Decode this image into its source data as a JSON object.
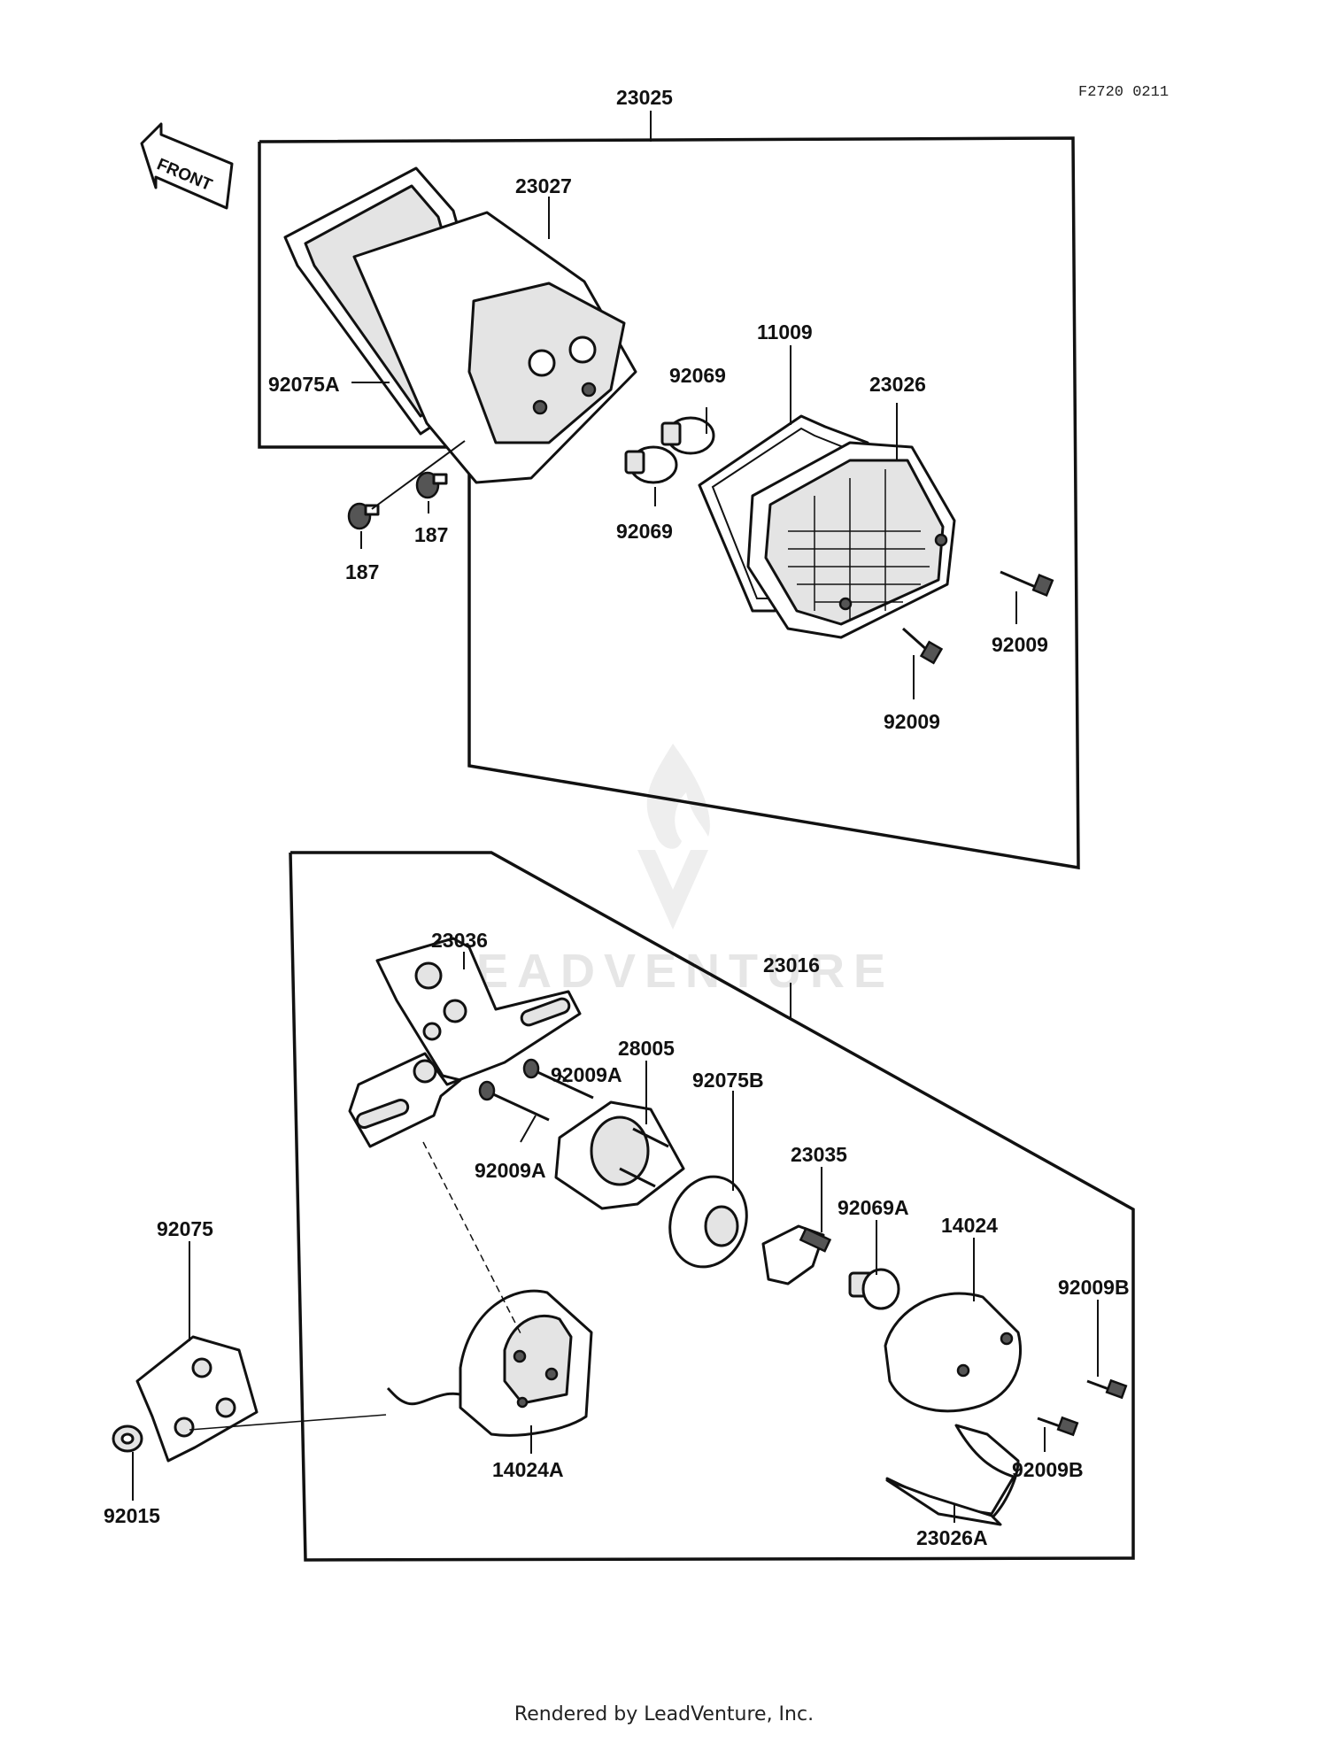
{
  "drawing_code": "F2720 0211",
  "front_label": "FRONT",
  "watermark": "LEADVENTURE",
  "footer": "Rendered by LeadVenture, Inc.",
  "part_labels": {
    "p23025": "23025",
    "p23027": "23027",
    "p92075A": "92075A",
    "p11009": "11009",
    "p92069_top": "92069",
    "p23026": "23026",
    "p92069_bottom": "92069",
    "p187_right": "187",
    "p187_left": "187",
    "p92009_right": "92009",
    "p92009_bottom": "92009",
    "p23036": "23036",
    "p23016": "23016",
    "p28005": "28005",
    "p92009A_top": "92009A",
    "p92075B": "92075B",
    "p92009A_bottom": "92009A",
    "p23035": "23035",
    "p92069A": "92069A",
    "p14024": "14024",
    "p92075": "92075",
    "p92009B_top": "92009B",
    "p14024A": "14024A",
    "p92009B_bottom": "92009B",
    "p92015": "92015",
    "p23026A": "23026A"
  }
}
